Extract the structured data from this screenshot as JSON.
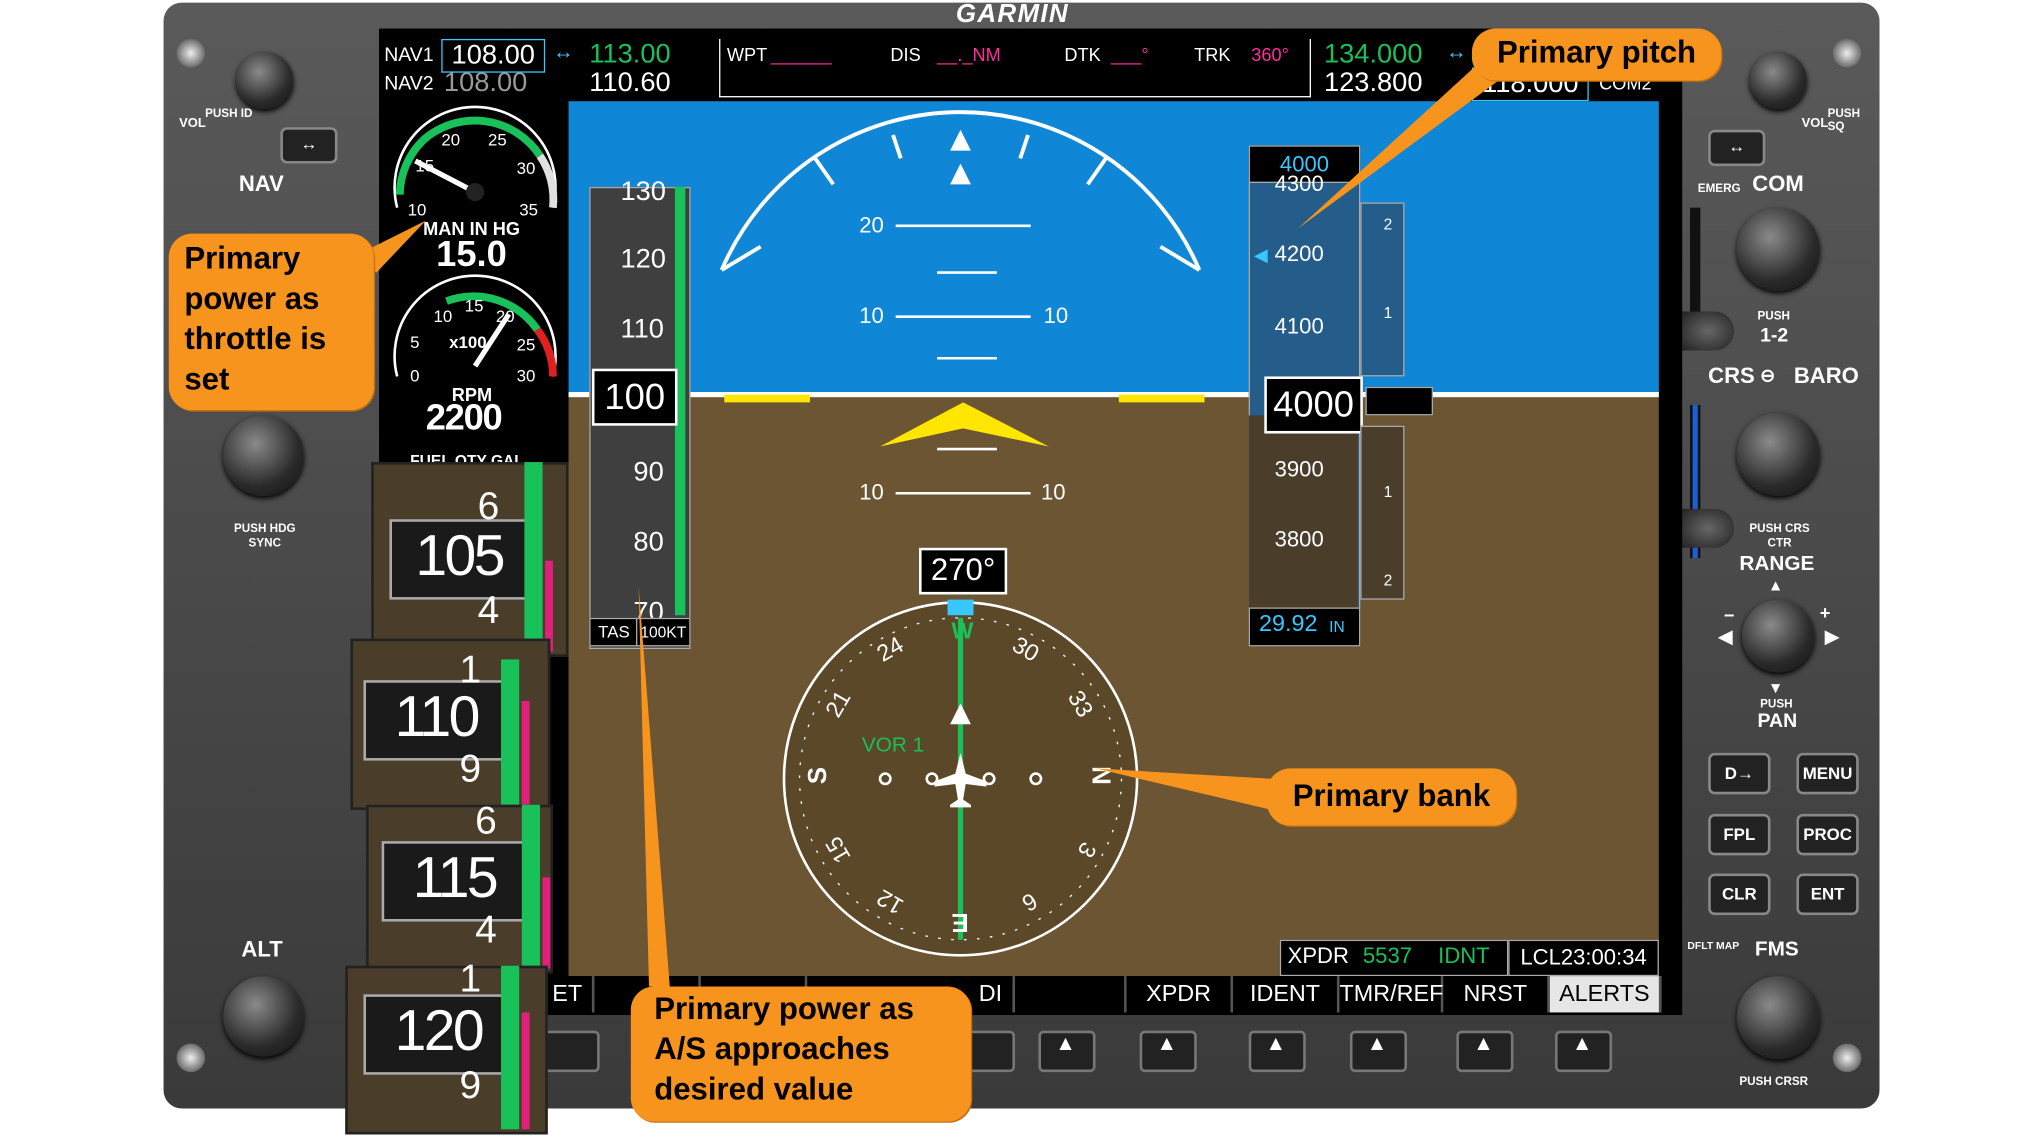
{
  "brand": "GARMIN",
  "left_panel": {
    "vol_label": "VOL",
    "push_id_label": "PUSH ID",
    "nav_label": "NAV",
    "push_hdg_sync": "PUSH HDG SYNC",
    "alt_label": "ALT"
  },
  "right_panel": {
    "vol_label": "VOL",
    "push_sq_label": "PUSH SQ",
    "emerg_label": "EMERG",
    "com_label": "COM",
    "push_12_small": "PUSH",
    "push_12": "1-2",
    "crs_baro": "CRS",
    "baro": "BARO",
    "push_crs_ctr": "PUSH CRS CTR",
    "range_label": "RANGE",
    "push_pan_small": "PUSH",
    "push_pan": "PAN",
    "dflt_map": "DFLT MAP",
    "fms_label": "FMS",
    "push_crsr": "PUSH CRSR",
    "buttons": {
      "direct": "D→",
      "menu": "MENU",
      "fpl": "FPL",
      "proc": "PROC",
      "clr": "CLR",
      "ent": "ENT"
    }
  },
  "nav": {
    "nav1_label": "NAV1",
    "nav1_active": "108.00",
    "nav1_standby": "113.00",
    "nav2_label": "NAV2",
    "nav2_active": "108.00",
    "nav2_standby": "110.60"
  },
  "navbar": {
    "wpt": "WPT",
    "wpt_value": "______",
    "dis": "DIS",
    "dis_value": "__._NM",
    "dtk": "DTK",
    "dtk_value": "___°",
    "trk": "TRK",
    "trk_value": "360°"
  },
  "com": {
    "com1_active": "134.000",
    "com2_active": "123.800",
    "com_standby": "118.000",
    "com2_label": "COM2"
  },
  "engine": {
    "map_label": "MAN IN HG",
    "map_value": "15.0",
    "map_ticks": [
      "10",
      "15",
      "20",
      "25",
      "30",
      "35"
    ],
    "rpm_label": "RPM",
    "rpm_value": "2200",
    "rpm_unit": "x100",
    "rpm_ticks": [
      "0",
      "5",
      "10",
      "15",
      "20",
      "25",
      "30"
    ],
    "fuel_label": "FUEL QTY GAL"
  },
  "airspeed": {
    "ticks": [
      "130",
      "120",
      "110",
      "90",
      "80",
      "70"
    ],
    "current": "100",
    "tas_label": "TAS",
    "tas_value": "100KT"
  },
  "attitude": {
    "pitch_labels": [
      "20",
      "10",
      "10",
      "10",
      "10"
    ]
  },
  "altimeter": {
    "selected": "4000",
    "ticks": [
      "4300",
      "4200",
      "4100",
      "3900",
      "3800"
    ],
    "current": "4000",
    "baro_value": "29.92",
    "baro_unit": "IN",
    "vsi_ticks": [
      "2",
      "1",
      "1",
      "2"
    ]
  },
  "hsi": {
    "heading": "270°",
    "nav_source": "VOR 1",
    "cardinals": [
      "W",
      "24",
      "30",
      "21",
      "33",
      "S",
      "N",
      "15",
      "3",
      "12",
      "6",
      "E"
    ]
  },
  "status": {
    "xpdr_label": "XPDR",
    "xpdr_code": "5537",
    "xpdr_mode": "IDNT",
    "lcl": "LCL23:00:34"
  },
  "softkeys": [
    "ET",
    "",
    "",
    "DI",
    "",
    "XPDR",
    "IDENT",
    "TMR/REF",
    "NRST",
    "ALERTS"
  ],
  "tapes": [
    {
      "top": "6",
      "value": "105",
      "bottom": "4"
    },
    {
      "top": "1",
      "value": "110",
      "bottom": "9"
    },
    {
      "top": "6",
      "value": "115",
      "bottom": "4"
    },
    {
      "top": "1",
      "value": "120",
      "bottom": "9"
    }
  ],
  "callouts": {
    "pitch": "Primary pitch",
    "power_throttle": "Primary power as throttle is set",
    "bank": "Primary bank",
    "power_as": "Primary power as A/S approaches desired value"
  },
  "colors": {
    "callout": "#f7941d",
    "sky": "#0f86d6",
    "ground": "#6b5532",
    "standby_green": "#19c15a",
    "magenta": "#ff2fa0",
    "cyan": "#37c8ff"
  }
}
